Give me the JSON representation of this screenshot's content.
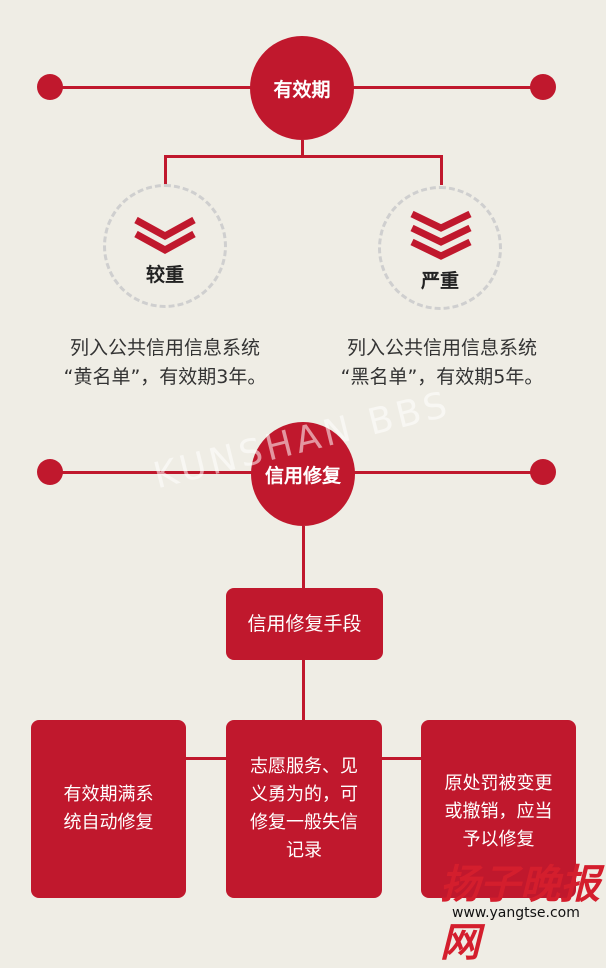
{
  "section1": {
    "title": "有效期"
  },
  "levels": [
    {
      "name": "较重",
      "line1": "列入公共信用信息系统",
      "line2": "“黄名单”，有效期3年。",
      "chevrons": 2
    },
    {
      "name": "严重",
      "line1": "列入公共信用信息系统",
      "line2": "“黑名单”，有效期5年。",
      "chevrons": 3
    }
  ],
  "section2": {
    "title": "信用修复"
  },
  "repair": {
    "method": "信用修复手段",
    "options": [
      {
        "line1": "有效期满系",
        "line2": "统自动修复"
      },
      {
        "line1": "志愿服务、见",
        "line2": "义勇为的，可",
        "line3": "修复一般失信",
        "line4": "记录"
      },
      {
        "line1": "原处罚被变更",
        "line2": "或撤销，应当",
        "line3": "予以修复"
      }
    ]
  },
  "watermark": "KUNSHAN BBS",
  "source": {
    "logo": "扬子晚报网",
    "url": "www.yangtse.com"
  },
  "colors": {
    "accent": "#c0182d",
    "background": "#efede5"
  }
}
